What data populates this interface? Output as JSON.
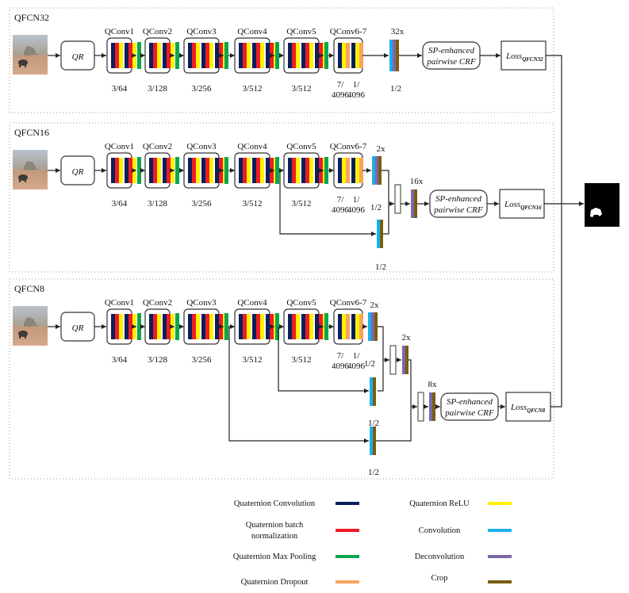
{
  "colors": {
    "qconv": "#0b1f5c",
    "qbn": "#ee1c25",
    "qrelu": "#fff200",
    "qpool": "#0aa650",
    "qdrop": "#f7a35c",
    "conv": "#1ab0ea",
    "deconv": "#7d68a8",
    "crop": "#7a5c12",
    "line": "#222222",
    "frame": "#999999"
  },
  "rows": [
    {
      "title": "QFCN32",
      "qr_label": "QR",
      "blocks": [
        {
          "name": "QConv1",
          "param": "3/64"
        },
        {
          "name": "QConv2",
          "param": "3/128"
        },
        {
          "name": "QConv3",
          "param": "3/256"
        },
        {
          "name": "QConv4",
          "param": "3/512"
        },
        {
          "name": "QConv5",
          "param": "3/512"
        },
        {
          "name": "QConv6-7",
          "param_a": "7/",
          "param_b": "4096",
          "param_c": "1/",
          "param_d": "4096"
        }
      ],
      "upsample_label": "32x",
      "upsample_param": "1/2",
      "crf_line1": "SP-enhanced",
      "crf_line2": "pairwise CRF",
      "loss_label": "Loss",
      "loss_sub": "QFCN32"
    },
    {
      "title": "QFCN16",
      "qr_label": "QR",
      "blocks": [
        {
          "name": "QConv1",
          "param": "3/64"
        },
        {
          "name": "QConv2",
          "param": "3/128"
        },
        {
          "name": "QConv3",
          "param": "3/256"
        },
        {
          "name": "QConv4",
          "param": "3/512"
        },
        {
          "name": "QConv5",
          "param": "3/512"
        },
        {
          "name": "QConv6-7",
          "param_a": "7/",
          "param_b": "4096",
          "param_c": "1/",
          "param_d": "4096"
        }
      ],
      "upsample_label": "2x",
      "upsample_param": "1/2",
      "skip_param": "1/2",
      "final_upsample_label": "16x",
      "crf_line1": "SP-enhanced",
      "crf_line2": "pairwise CRF",
      "loss_label": "Loss",
      "loss_sub": "QFCN16"
    },
    {
      "title": "QFCN8",
      "qr_label": "QR",
      "blocks": [
        {
          "name": "QConv1",
          "param": "3/64"
        },
        {
          "name": "QConv2",
          "param": "3/128"
        },
        {
          "name": "QConv3",
          "param": "3/256"
        },
        {
          "name": "QConv4",
          "param": "3/512"
        },
        {
          "name": "QConv5",
          "param": "3/512"
        },
        {
          "name": "QConv6-7",
          "param_a": "7/",
          "param_b": "4096",
          "param_c": "1/",
          "param_d": "4096"
        }
      ],
      "upsample_label": "2x",
      "upsample_param": "1/2",
      "skip1_param": "1/2",
      "mid_upsample_label": "2x",
      "skip2_param": "1/2",
      "final_upsample_label": "8x",
      "crf_line1": "SP-enhanced",
      "crf_line2": "pairwise CRF",
      "loss_label": "Loss",
      "loss_sub": "QFCN8"
    }
  ],
  "legend": {
    "left": [
      {
        "label": "Quaternion Convolution",
        "color_key": "qconv"
      },
      {
        "label": "Quaternion batch",
        "label2": "normalization",
        "color_key": "qbn"
      },
      {
        "label": "Quaternion Max Pooling",
        "color_key": "qpool"
      },
      {
        "label": "Quaternion Dropout",
        "color_key": "qdrop"
      }
    ],
    "right": [
      {
        "label": "Quaternion ReLU",
        "color_key": "qrelu"
      },
      {
        "label": "Convolution",
        "color_key": "conv"
      },
      {
        "label": "Deconvolution",
        "color_key": "deconv"
      },
      {
        "label": "Crop",
        "color_key": "crop"
      }
    ]
  }
}
